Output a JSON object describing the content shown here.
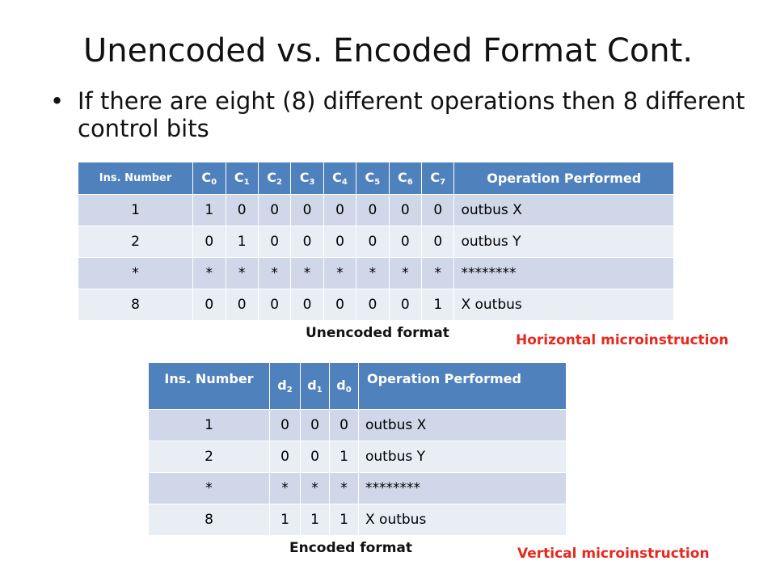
{
  "slide": {
    "title": "Unencoded vs. Encoded Format Cont.",
    "bullet": "If there are eight (8) different operations then 8 different control bits"
  },
  "unencoded_table": {
    "header": {
      "ins": "Ins. Number",
      "cols": [
        {
          "base": "C",
          "sub": "0"
        },
        {
          "base": "C",
          "sub": "1"
        },
        {
          "base": "C",
          "sub": "2"
        },
        {
          "base": "C",
          "sub": "3"
        },
        {
          "base": "C",
          "sub": "4"
        },
        {
          "base": "C",
          "sub": "5"
        },
        {
          "base": "C",
          "sub": "6"
        },
        {
          "base": "C",
          "sub": "7"
        }
      ],
      "op": "Operation Performed"
    },
    "rows": [
      {
        "ins": "1",
        "bits": [
          "1",
          "0",
          "0",
          "0",
          "0",
          "0",
          "0",
          "0"
        ],
        "op": "outbus  X"
      },
      {
        "ins": "2",
        "bits": [
          "0",
          "1",
          "0",
          "0",
          "0",
          "0",
          "0",
          "0"
        ],
        "op": "outbus  Y"
      },
      {
        "ins": "*",
        "bits": [
          "*",
          "*",
          "*",
          "*",
          "*",
          "*",
          "*",
          "*"
        ],
        "op": "********"
      },
      {
        "ins": "8",
        "bits": [
          "0",
          "0",
          "0",
          "0",
          "0",
          "0",
          "0",
          "1"
        ],
        "op": "X  outbus"
      }
    ]
  },
  "encoded_table": {
    "header": {
      "ins": "Ins. Number",
      "cols": [
        {
          "base": "d",
          "sub": "2"
        },
        {
          "base": "d",
          "sub": "1"
        },
        {
          "base": "d",
          "sub": "0"
        }
      ],
      "op": "Operation Performed"
    },
    "rows": [
      {
        "ins": "1",
        "bits": [
          "0",
          "0",
          "0"
        ],
        "op": "outbus  X"
      },
      {
        "ins": "2",
        "bits": [
          "0",
          "0",
          "1"
        ],
        "op": "outbus  Y"
      },
      {
        "ins": "*",
        "bits": [
          "*",
          "*",
          "*"
        ],
        "op": "********"
      },
      {
        "ins": "8",
        "bits": [
          "1",
          "1",
          "1"
        ],
        "op": "X  outbus"
      }
    ]
  },
  "captions": {
    "unencoded": "Unencoded format",
    "horizontal": "Horizontal microinstruction",
    "encoded": "Encoded format",
    "vertical": "Vertical microinstruction"
  },
  "colors": {
    "header_bg": "#4f81bd",
    "row_dark": "#cfd7e8",
    "row_light": "#e9edf4",
    "accent_red": "#e8281e"
  }
}
